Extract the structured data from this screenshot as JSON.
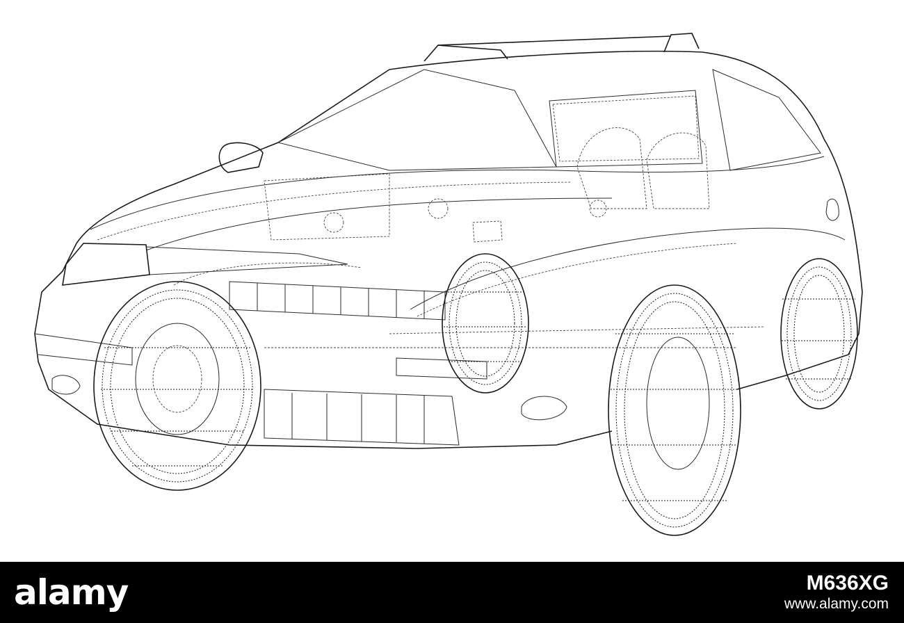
{
  "footer": {
    "brand": "alamy",
    "image_id": "M636XG",
    "site": "www.alamy.com"
  },
  "colors": {
    "background": "#ffffff",
    "line": "#1a1a1a",
    "footer_bg": "#000000",
    "footer_text": "#ffffff"
  }
}
